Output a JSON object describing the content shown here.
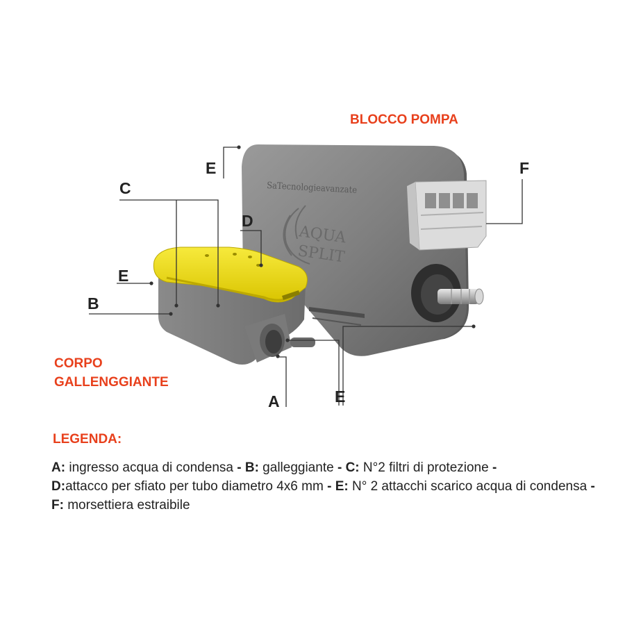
{
  "diagram": {
    "labels": {
      "blocco_pompa": "BLOCCO POMPA",
      "corpo_line1": "CORPO",
      "corpo_line2": "GALLENGGIANTE",
      "A": "A",
      "B": "B",
      "C": "C",
      "D": "D",
      "E": "E",
      "F": "F"
    },
    "product_text": {
      "brand": "SaTecnologieavanzate",
      "logo_line1": "AQUA",
      "logo_line2": "SPLIT"
    },
    "colors": {
      "title_red": "#e8401c",
      "body_gray": "#828282",
      "lid_yellow": "#f2e11a",
      "terminal_white": "#e9e9e9"
    }
  },
  "legend": {
    "title": "LEGENDA:",
    "items": [
      {
        "key": "A:",
        "text": " ingresso acqua di condensa ",
        "sep": "- "
      },
      {
        "key": "B:",
        "text": " galleggiante ",
        "sep": "- "
      },
      {
        "key": "C:",
        "text": " N°2 filtri di protezione ",
        "sep": "- "
      },
      {
        "key": "D:",
        "text": "attacco per sfiato per tubo diametro 4x6 mm ",
        "sep": "- "
      },
      {
        "key": "E:",
        "text": " N° 2 attacchi scarico acqua di condensa ",
        "sep": "-  "
      },
      {
        "key": "F:",
        "text": " morsettiera estraibile",
        "sep": ""
      }
    ]
  }
}
